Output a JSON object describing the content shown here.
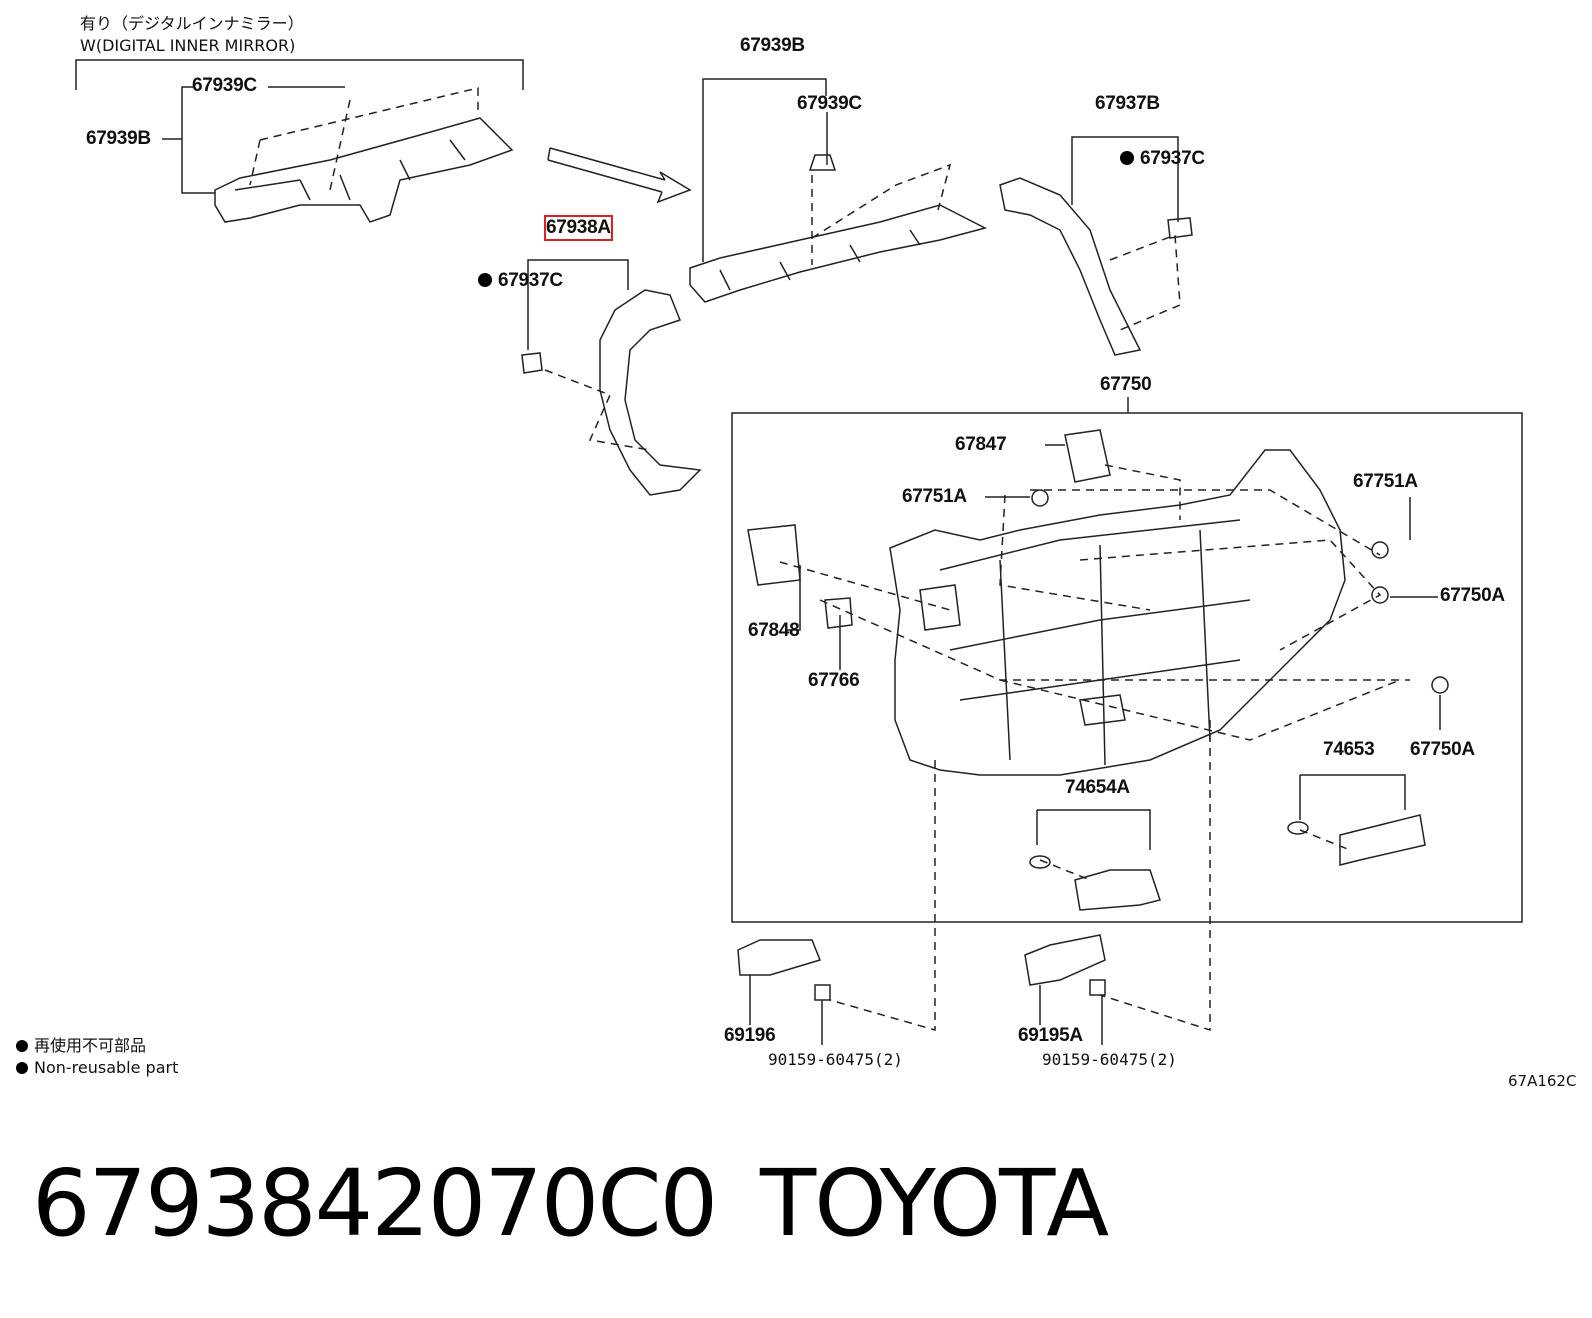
{
  "header": {
    "japanese": "有り（デジタルインナミラー）",
    "english": "W(DIGITAL INNER MIRROR)"
  },
  "callouts": {
    "p67939C_top": "67939C",
    "p67939B_left": "67939B",
    "p67939B_top": "67939B",
    "p67939C_mid": "67939C",
    "p67937B": "67937B",
    "p67937C_right": "67937C",
    "p67938A": "67938A",
    "p67937C_left": "67937C",
    "p67750": "67750",
    "p67847": "67847",
    "p67751A_left": "67751A",
    "p67751A_right": "67751A",
    "p67750A_mid": "67750A",
    "p67848": "67848",
    "p67766": "67766",
    "p74653": "74653",
    "p67750A_low": "67750A",
    "p74654A": "74654A",
    "p69196": "69196",
    "p69195A": "69195A",
    "p90159_left": "90159-60475(2)",
    "p90159_right": "90159-60475(2)"
  },
  "highlighted_part": "67938A",
  "legend": {
    "japanese": "再使用不可部品",
    "english": "Non-reusable part"
  },
  "diagram_code": "67A162C",
  "footer": {
    "part_number": "6793842070C0",
    "brand": "TOYOTA"
  },
  "colors": {
    "line": "#222222",
    "highlight_box": "#e02020",
    "background": "#ffffff"
  }
}
